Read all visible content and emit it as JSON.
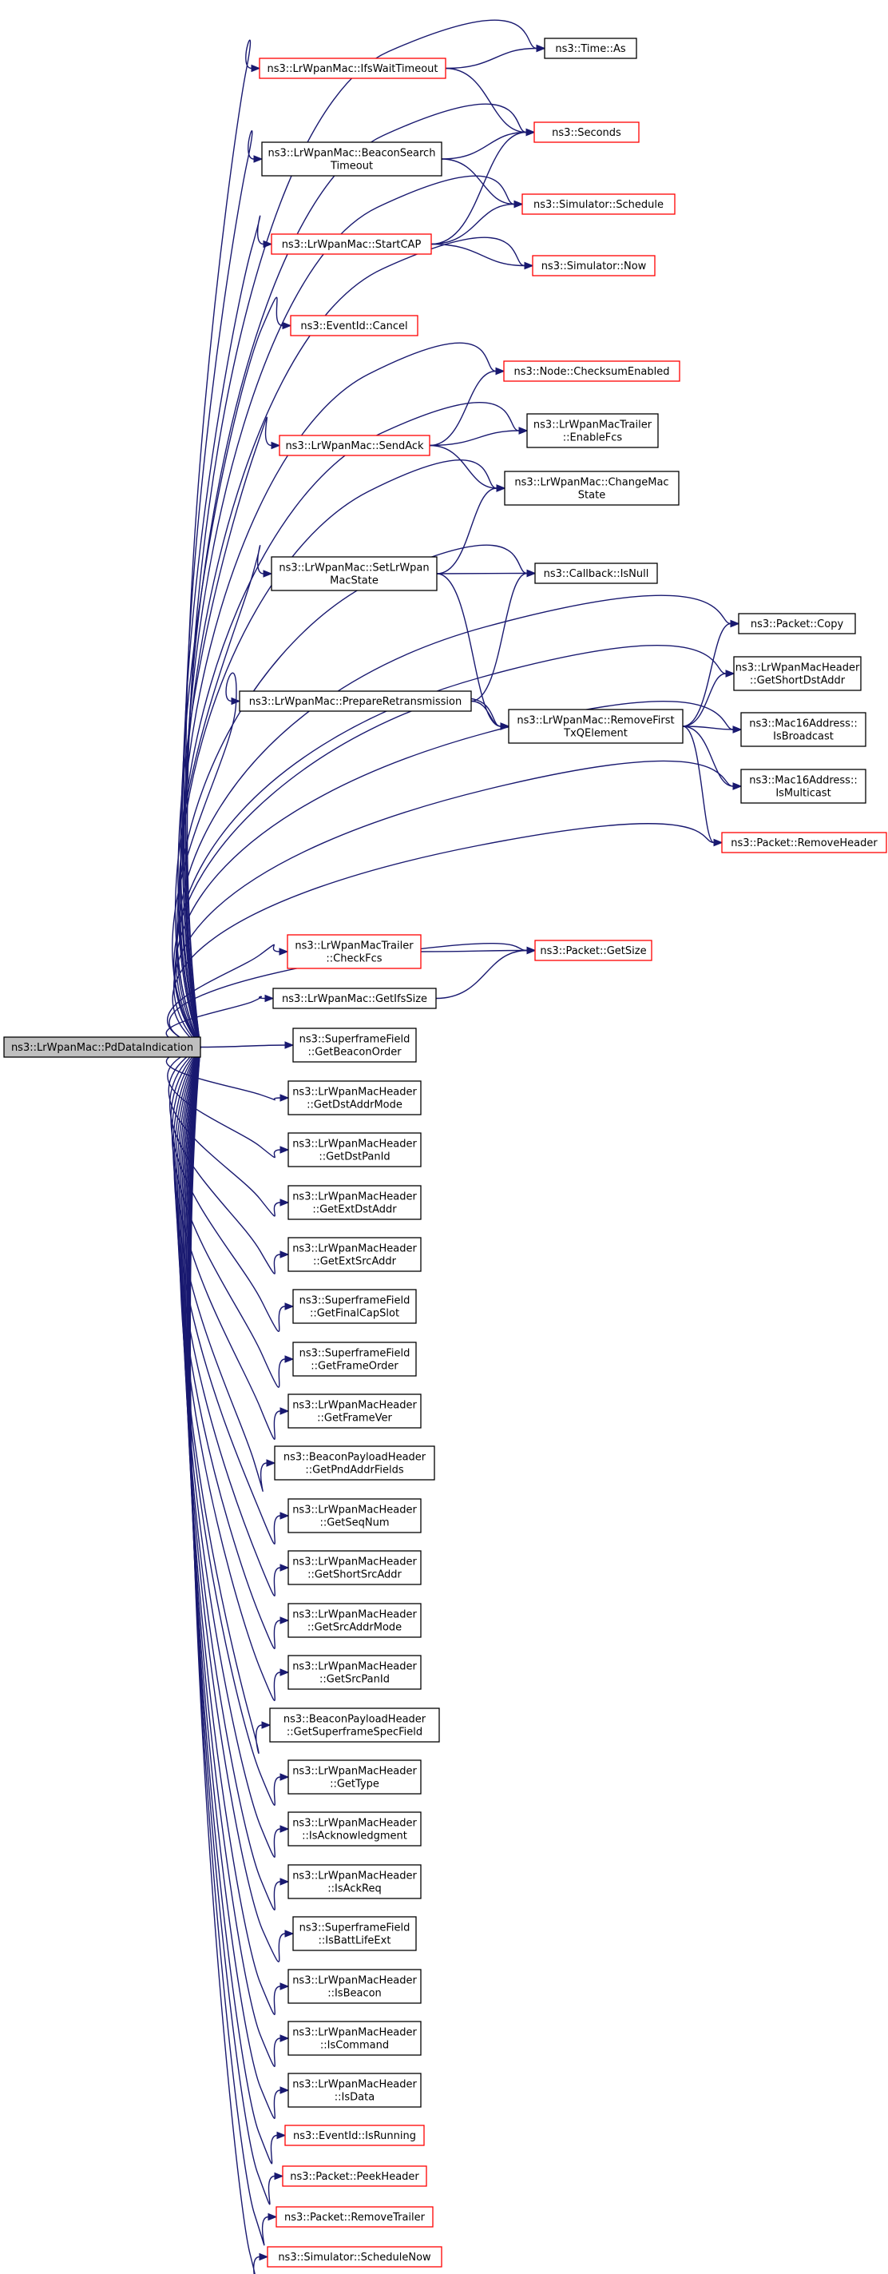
{
  "diagram": {
    "type": "call-graph",
    "colors": {
      "edge": "#191970",
      "root_fill": "#bfbfbf",
      "border_normal": "#000000",
      "border_truncated": "#ff0000"
    },
    "nodes": [
      {
        "id": "root",
        "label": [
          "ns3::LrWpanMac::PdDataIndication"
        ],
        "kind": "root"
      },
      {
        "id": "timeas",
        "label": [
          "ns3::Time::As"
        ],
        "kind": "normal"
      },
      {
        "id": "ifswait",
        "label": [
          "ns3::LrWpanMac::IfsWaitTimeout"
        ],
        "kind": "truncated"
      },
      {
        "id": "seconds",
        "label": [
          "ns3::Seconds"
        ],
        "kind": "truncated"
      },
      {
        "id": "beaconsearch",
        "label": [
          "ns3::LrWpanMac::BeaconSearch",
          "Timeout"
        ],
        "kind": "normal"
      },
      {
        "id": "schedule",
        "label": [
          "ns3::Simulator::Schedule"
        ],
        "kind": "truncated"
      },
      {
        "id": "startcap",
        "label": [
          "ns3::LrWpanMac::StartCAP"
        ],
        "kind": "truncated"
      },
      {
        "id": "now",
        "label": [
          "ns3::Simulator::Now"
        ],
        "kind": "truncated"
      },
      {
        "id": "cancel",
        "label": [
          "ns3::EventId::Cancel"
        ],
        "kind": "truncated"
      },
      {
        "id": "checksum",
        "label": [
          "ns3::Node::ChecksumEnabled"
        ],
        "kind": "truncated"
      },
      {
        "id": "enablefcs",
        "label": [
          "ns3::LrWpanMacTrailer",
          "::EnableFcs"
        ],
        "kind": "normal"
      },
      {
        "id": "sendack",
        "label": [
          "ns3::LrWpanMac::SendAck"
        ],
        "kind": "truncated"
      },
      {
        "id": "changemac",
        "label": [
          "ns3::LrWpanMac::ChangeMac",
          "State"
        ],
        "kind": "normal"
      },
      {
        "id": "setlrwpan",
        "label": [
          "ns3::LrWpanMac::SetLrWpan",
          "MacState"
        ],
        "kind": "normal"
      },
      {
        "id": "isnull",
        "label": [
          "ns3::Callback::IsNull"
        ],
        "kind": "normal"
      },
      {
        "id": "copy",
        "label": [
          "ns3::Packet::Copy"
        ],
        "kind": "normal"
      },
      {
        "id": "getshortdst",
        "label": [
          "ns3::LrWpanMacHeader",
          "::GetShortDstAddr"
        ],
        "kind": "normal"
      },
      {
        "id": "prepareretx",
        "label": [
          "ns3::LrWpanMac::PrepareRetransmission"
        ],
        "kind": "normal"
      },
      {
        "id": "removefirst",
        "label": [
          "ns3::LrWpanMac::RemoveFirst",
          "TxQElement"
        ],
        "kind": "normal"
      },
      {
        "id": "isbroadcast",
        "label": [
          "ns3::Mac16Address::",
          "IsBroadcast"
        ],
        "kind": "normal"
      },
      {
        "id": "ismulticast",
        "label": [
          "ns3::Mac16Address::",
          "IsMulticast"
        ],
        "kind": "normal"
      },
      {
        "id": "removeheader",
        "label": [
          "ns3::Packet::RemoveHeader"
        ],
        "kind": "truncated"
      },
      {
        "id": "checkfcs",
        "label": [
          "ns3::LrWpanMacTrailer",
          "::CheckFcs"
        ],
        "kind": "truncated"
      },
      {
        "id": "getsize",
        "label": [
          "ns3::Packet::GetSize"
        ],
        "kind": "truncated"
      },
      {
        "id": "getifssize",
        "label": [
          "ns3::LrWpanMac::GetIfsSize"
        ],
        "kind": "normal"
      },
      {
        "id": "getbeaconorder",
        "label": [
          "ns3::SuperframeField",
          "::GetBeaconOrder"
        ],
        "kind": "normal"
      },
      {
        "id": "getdstaddrmode",
        "label": [
          "ns3::LrWpanMacHeader",
          "::GetDstAddrMode"
        ],
        "kind": "normal"
      },
      {
        "id": "getdstpanid",
        "label": [
          "ns3::LrWpanMacHeader",
          "::GetDstPanId"
        ],
        "kind": "normal"
      },
      {
        "id": "getextdst",
        "label": [
          "ns3::LrWpanMacHeader",
          "::GetExtDstAddr"
        ],
        "kind": "normal"
      },
      {
        "id": "getextsrc",
        "label": [
          "ns3::LrWpanMacHeader",
          "::GetExtSrcAddr"
        ],
        "kind": "normal"
      },
      {
        "id": "getfinalcap",
        "label": [
          "ns3::SuperframeField",
          "::GetFinalCapSlot"
        ],
        "kind": "normal"
      },
      {
        "id": "getframeorder",
        "label": [
          "ns3::SuperframeField",
          "::GetFrameOrder"
        ],
        "kind": "normal"
      },
      {
        "id": "getframever",
        "label": [
          "ns3::LrWpanMacHeader",
          "::GetFrameVer"
        ],
        "kind": "normal"
      },
      {
        "id": "getpndaddr",
        "label": [
          "ns3::BeaconPayloadHeader",
          "::GetPndAddrFields"
        ],
        "kind": "normal"
      },
      {
        "id": "getseqnum",
        "label": [
          "ns3::LrWpanMacHeader",
          "::GetSeqNum"
        ],
        "kind": "normal"
      },
      {
        "id": "getshortsrc",
        "label": [
          "ns3::LrWpanMacHeader",
          "::GetShortSrcAddr"
        ],
        "kind": "normal"
      },
      {
        "id": "getsrcaddrmode",
        "label": [
          "ns3::LrWpanMacHeader",
          "::GetSrcAddrMode"
        ],
        "kind": "normal"
      },
      {
        "id": "getsrcpanid",
        "label": [
          "ns3::LrWpanMacHeader",
          "::GetSrcPanId"
        ],
        "kind": "normal"
      },
      {
        "id": "getsuperframespec",
        "label": [
          "ns3::BeaconPayloadHeader",
          "::GetSuperframeSpecField"
        ],
        "kind": "normal"
      },
      {
        "id": "gettype",
        "label": [
          "ns3::LrWpanMacHeader",
          "::GetType"
        ],
        "kind": "normal"
      },
      {
        "id": "isack",
        "label": [
          "ns3::LrWpanMacHeader",
          "::IsAcknowledgment"
        ],
        "kind": "normal"
      },
      {
        "id": "isackreq",
        "label": [
          "ns3::LrWpanMacHeader",
          "::IsAckReq"
        ],
        "kind": "normal"
      },
      {
        "id": "isbattlife",
        "label": [
          "ns3::SuperframeField",
          "::IsBattLifeExt"
        ],
        "kind": "normal"
      },
      {
        "id": "isbeacon",
        "label": [
          "ns3::LrWpanMacHeader",
          "::IsBeacon"
        ],
        "kind": "normal"
      },
      {
        "id": "iscommand",
        "label": [
          "ns3::LrWpanMacHeader",
          "::IsCommand"
        ],
        "kind": "normal"
      },
      {
        "id": "isdata",
        "label": [
          "ns3::LrWpanMacHeader",
          "::IsData"
        ],
        "kind": "normal"
      },
      {
        "id": "isrunning",
        "label": [
          "ns3::EventId::IsRunning"
        ],
        "kind": "truncated"
      },
      {
        "id": "peekheader",
        "label": [
          "ns3::Packet::PeekHeader"
        ],
        "kind": "truncated"
      },
      {
        "id": "removetrailer",
        "label": [
          "ns3::Packet::RemoveTrailer"
        ],
        "kind": "truncated"
      },
      {
        "id": "schedulenow",
        "label": [
          "ns3::Simulator::ScheduleNow"
        ],
        "kind": "truncated"
      }
    ],
    "edges": [
      [
        "root",
        "timeas"
      ],
      [
        "root",
        "ifswait"
      ],
      [
        "root",
        "seconds"
      ],
      [
        "root",
        "beaconsearch"
      ],
      [
        "root",
        "schedule"
      ],
      [
        "root",
        "startcap"
      ],
      [
        "root",
        "now"
      ],
      [
        "root",
        "cancel"
      ],
      [
        "root",
        "checksum"
      ],
      [
        "root",
        "enablefcs"
      ],
      [
        "root",
        "sendack"
      ],
      [
        "root",
        "changemac"
      ],
      [
        "root",
        "setlrwpan"
      ],
      [
        "root",
        "isnull"
      ],
      [
        "root",
        "copy"
      ],
      [
        "root",
        "getshortdst"
      ],
      [
        "root",
        "prepareretx"
      ],
      [
        "root",
        "removefirst"
      ],
      [
        "root",
        "isbroadcast"
      ],
      [
        "root",
        "ismulticast"
      ],
      [
        "root",
        "removeheader"
      ],
      [
        "root",
        "checkfcs"
      ],
      [
        "root",
        "getsize"
      ],
      [
        "root",
        "getifssize"
      ],
      [
        "root",
        "getbeaconorder"
      ],
      [
        "root",
        "getdstaddrmode"
      ],
      [
        "root",
        "getdstpanid"
      ],
      [
        "root",
        "getextdst"
      ],
      [
        "root",
        "getextsrc"
      ],
      [
        "root",
        "getfinalcap"
      ],
      [
        "root",
        "getframeorder"
      ],
      [
        "root",
        "getframever"
      ],
      [
        "root",
        "getpndaddr"
      ],
      [
        "root",
        "getseqnum"
      ],
      [
        "root",
        "getshortsrc"
      ],
      [
        "root",
        "getsrcaddrmode"
      ],
      [
        "root",
        "getsrcpanid"
      ],
      [
        "root",
        "getsuperframespec"
      ],
      [
        "root",
        "gettype"
      ],
      [
        "root",
        "isack"
      ],
      [
        "root",
        "isackreq"
      ],
      [
        "root",
        "isbattlife"
      ],
      [
        "root",
        "isbeacon"
      ],
      [
        "root",
        "iscommand"
      ],
      [
        "root",
        "isdata"
      ],
      [
        "root",
        "isrunning"
      ],
      [
        "root",
        "peekheader"
      ],
      [
        "root",
        "removetrailer"
      ],
      [
        "root",
        "schedulenow"
      ],
      [
        "ifswait",
        "timeas"
      ],
      [
        "ifswait",
        "seconds"
      ],
      [
        "beaconsearch",
        "seconds"
      ],
      [
        "beaconsearch",
        "schedule"
      ],
      [
        "startcap",
        "seconds"
      ],
      [
        "startcap",
        "schedule"
      ],
      [
        "startcap",
        "now"
      ],
      [
        "sendack",
        "checksum"
      ],
      [
        "sendack",
        "enablefcs"
      ],
      [
        "sendack",
        "changemac"
      ],
      [
        "setlrwpan",
        "changemac"
      ],
      [
        "setlrwpan",
        "isnull"
      ],
      [
        "setlrwpan",
        "removefirst"
      ],
      [
        "prepareretx",
        "isnull"
      ],
      [
        "prepareretx",
        "removefirst"
      ],
      [
        "removefirst",
        "copy"
      ],
      [
        "removefirst",
        "getshortdst"
      ],
      [
        "removefirst",
        "isbroadcast"
      ],
      [
        "removefirst",
        "ismulticast"
      ],
      [
        "removefirst",
        "removeheader"
      ],
      [
        "checkfcs",
        "getsize"
      ],
      [
        "getifssize",
        "getsize"
      ]
    ]
  }
}
